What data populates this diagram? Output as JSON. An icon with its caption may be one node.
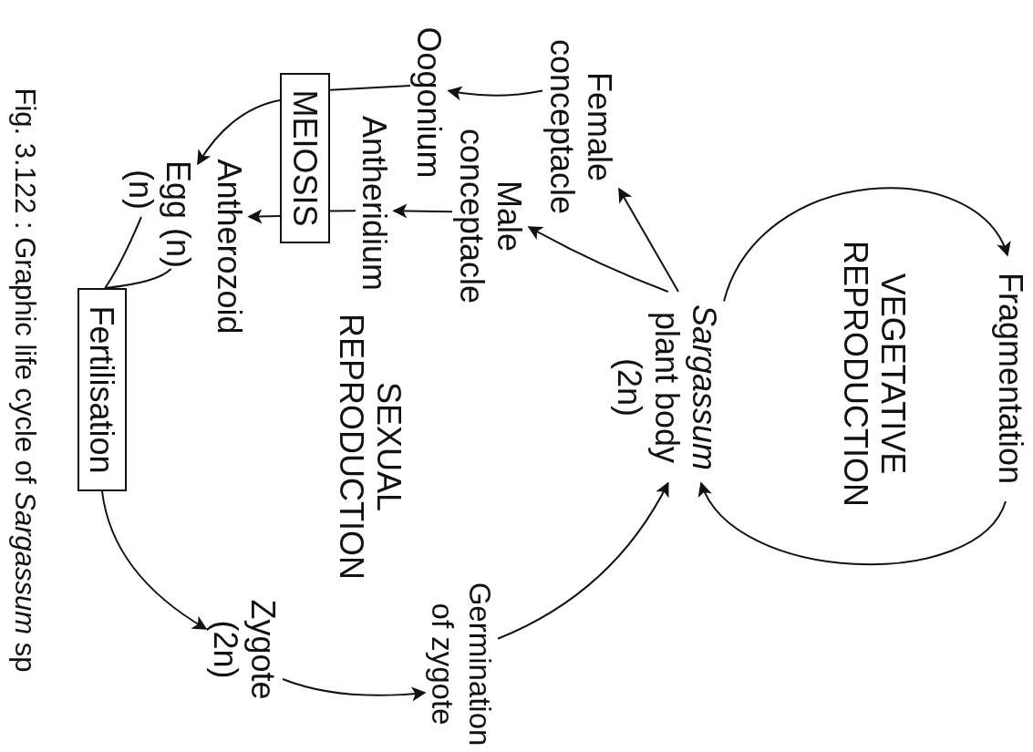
{
  "diagram": {
    "caption": "Fig. 3.122 : Graphic life cycle of *Sargassum* sp",
    "nodes": [
      {
        "text": [
          "Fragmentation"
        ]
      },
      {
        "text": [
          "*Sargassum* plant body (2n)"
        ]
      },
      {
        "text": [
          "Female conceptacle"
        ]
      },
      {
        "text": [
          "Male conceptacle"
        ]
      },
      {
        "text": [
          "Oogonium"
        ]
      },
      {
        "text": [
          "Antheridium"
        ]
      },
      {
        "text": [
          "MEIOSIS"
        ]
      },
      {
        "text": [
          "Egg (n)"
        ]
      },
      {
        "text": [
          "Antherozoid"
        ]
      },
      {
        "text": [
          "(n)"
        ]
      },
      {
        "text": [
          "Fertilisation"
        ]
      },
      {
        "text": [
          "Zygote (2n)"
        ]
      },
      {
        "text": [
          "Germination of zygote"
        ]
      }
    ],
    "edges": [
      {
        "from": 1,
        "to": 0,
        "arrow": "to"
      },
      {
        "from": 0,
        "to": 1,
        "arrow": "to"
      },
      {
        "from": 1,
        "to": 2,
        "arrow": "to"
      },
      {
        "from": 1,
        "to": 3,
        "arrow": "to"
      },
      {
        "from": 2,
        "to": 4,
        "arrow": "to"
      },
      {
        "from": 3,
        "to": 5,
        "arrow": "to"
      },
      {
        "from": 4,
        "to": 6,
        "arrow": "none"
      },
      {
        "from": 5,
        "to": 6,
        "arrow": "none"
      },
      {
        "from": 6,
        "to": 7,
        "arrow": "to"
      },
      {
        "from": 6,
        "to": 8,
        "arrow": "to"
      },
      {
        "from": 7,
        "to": 10,
        "arrow": "none"
      },
      {
        "from": 9,
        "to": 10,
        "arrow": "none"
      },
      {
        "from": 10,
        "to": 11,
        "arrow": "to"
      },
      {
        "from": 11,
        "to": 12,
        "arrow": "to"
      },
      {
        "from": 12,
        "to": 1,
        "arrow": "to"
      }
    ],
    "labels": [
      "VEGETATIVE REPRODUCTION",
      "SEXUAL REPRODUCTION"
    ]
  }
}
